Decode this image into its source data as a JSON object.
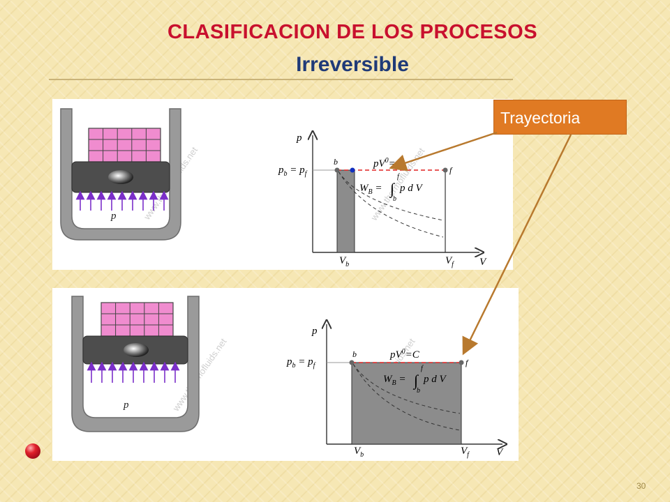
{
  "slide": {
    "title": "CLASIFICACION DE LOS PROCESOS",
    "subtitle": "Irreversible",
    "callout_label": "Trayectoria",
    "page_number": "30",
    "colors": {
      "title": "#c8102e",
      "subtitle": "#1f3a78",
      "callout": "#e07a23",
      "arrow": "#b8792e"
    }
  },
  "diagram_top": {
    "watermark": "www.thermofluids.net",
    "pressure_label": "p",
    "axis_p": "p",
    "axis_v": "V",
    "pressure_eq_main": "p",
    "pressure_eq_sub1": "b",
    "pressure_eq_mid": " = p",
    "pressure_eq_sub2": "f",
    "point_b": "b",
    "point_f": "f",
    "path_eq": "pV",
    "path_exp": "0",
    "path_rhs": "=C",
    "work_lhs": "W",
    "work_sub": "B",
    "work_eq": " = ",
    "work_int_upper": "f",
    "work_int_lower": "b",
    "work_integrand": "p d V",
    "v_b": "V",
    "v_b_sub": "b",
    "v_f": "V",
    "v_f_sub": "f"
  },
  "diagram_bottom": {
    "watermark": "www.thermofluids.net",
    "pressure_label": "p",
    "axis_p": "p",
    "axis_v": "V",
    "pressure_eq_main": "p",
    "pressure_eq_sub1": "b",
    "pressure_eq_mid": " = p",
    "pressure_eq_sub2": "f",
    "point_b": "b",
    "point_f": "f",
    "path_eq": "pV",
    "path_exp": "0",
    "path_rhs": "=C",
    "work_lhs": "W",
    "work_sub": "B",
    "work_eq": " = ",
    "work_int_upper": "f",
    "work_int_lower": "b",
    "work_integrand": "p d V",
    "v_b": "V",
    "v_b_sub": "b",
    "v_f": "V",
    "v_f_sub": "f"
  }
}
